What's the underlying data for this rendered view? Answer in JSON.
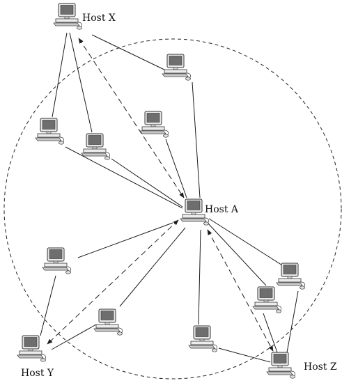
{
  "labels": {
    "host_x": "Host X",
    "host_a": "Host A",
    "host_y": "Host Y",
    "host_z": "Host Z"
  },
  "icons": {
    "computer": "desktop-computer-icon"
  },
  "colors": {
    "line": "#1a1a1a",
    "screen": "#6e6e6e",
    "body": "#e8e8e8",
    "outline": "#333333"
  }
}
